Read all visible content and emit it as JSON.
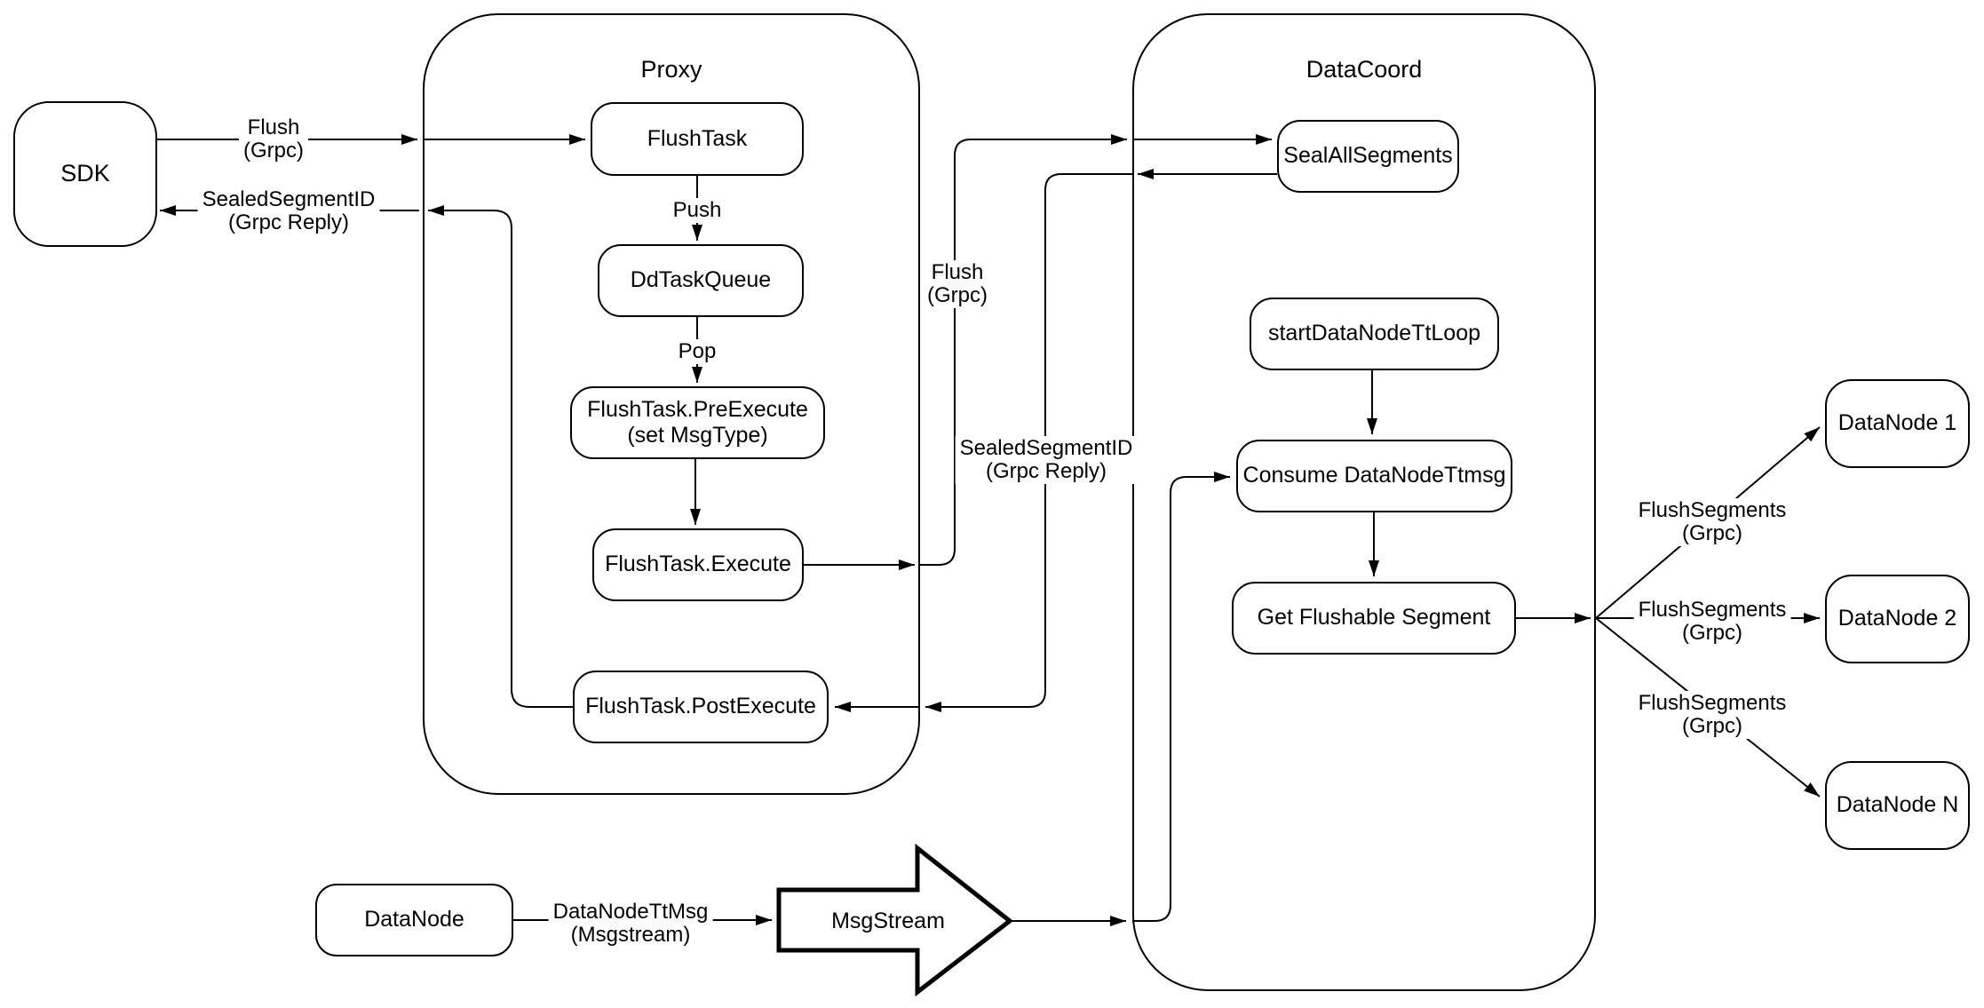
{
  "diagram": {
    "containers": {
      "proxy": {
        "title": "Proxy"
      },
      "datacoord": {
        "title": "DataCoord"
      }
    },
    "nodes": {
      "sdk": "SDK",
      "flush_task": "FlushTask",
      "dd_task_queue": "DdTaskQueue",
      "pre_execute": "FlushTask.PreExecute\n(set MsgType)",
      "execute": "FlushTask.Execute",
      "post_execute": "FlushTask.PostExecute",
      "seal_all_segments": "SealAllSegments",
      "start_datanode_tt_loop": "startDataNodeTtLoop",
      "consume_datanode_ttmsg": "Consume DataNodeTtmsg",
      "get_flushable_segment": "Get Flushable Segment",
      "datanode_1": "DataNode 1",
      "datanode_2": "DataNode 2",
      "datanode_n": "DataNode N",
      "datanode": "DataNode",
      "msgstream": "MsgStream"
    },
    "edge_labels": {
      "flush_grpc_left": "Flush\n(Grpc)",
      "sealed_segment_id_left": "SealedSegmentID\n(Grpc Reply)",
      "push": "Push",
      "pop": "Pop",
      "flush_grpc_mid": "Flush\n(Grpc)",
      "sealed_segment_id_mid": "SealedSegmentID\n(Grpc Reply)",
      "flush_segments_1": "FlushSegments\n(Grpc)",
      "flush_segments_2": "FlushSegments\n(Grpc)",
      "flush_segments_3": "FlushSegments\n(Grpc)",
      "datanode_tt_msg": "DataNodeTtMsg\n(Msgstream)"
    },
    "colors": {
      "stroke": "#000000",
      "background": "#ffffff"
    }
  }
}
